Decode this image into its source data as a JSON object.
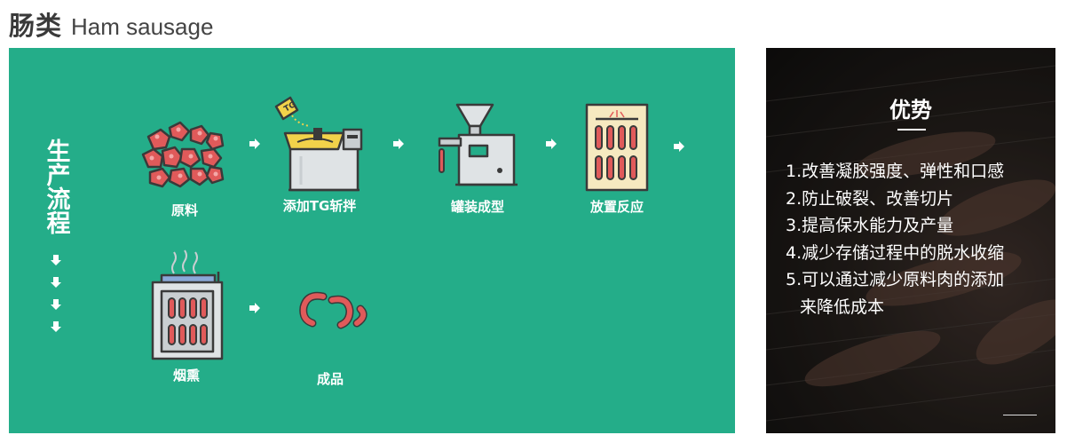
{
  "header": {
    "title_zh": "肠类",
    "title_en": "Ham sausage"
  },
  "process": {
    "label_chars": [
      "生",
      "产",
      "流",
      "程"
    ],
    "steps": [
      {
        "label": "原料"
      },
      {
        "label": "添加TG斩拌",
        "badge": "TG"
      },
      {
        "label": "罐装成型"
      },
      {
        "label": "放置反应"
      },
      {
        "label": "烟熏"
      },
      {
        "label": "成品"
      }
    ]
  },
  "advantages": {
    "title": "优势",
    "items": [
      "1.改善凝胶强度、弹性和口感",
      "2.防止破裂、改善切片",
      "3.提高保水能力及产量",
      "4.减少存储过程中的脱水收缩",
      "5.可以通过减少原料肉的添加"
    ],
    "item5_cont": "来降低成本"
  },
  "colors": {
    "panel": "#24ad89",
    "sausage": "#e05a5a",
    "outline": "#3a3a3a",
    "machine": "#dfe3e5"
  }
}
